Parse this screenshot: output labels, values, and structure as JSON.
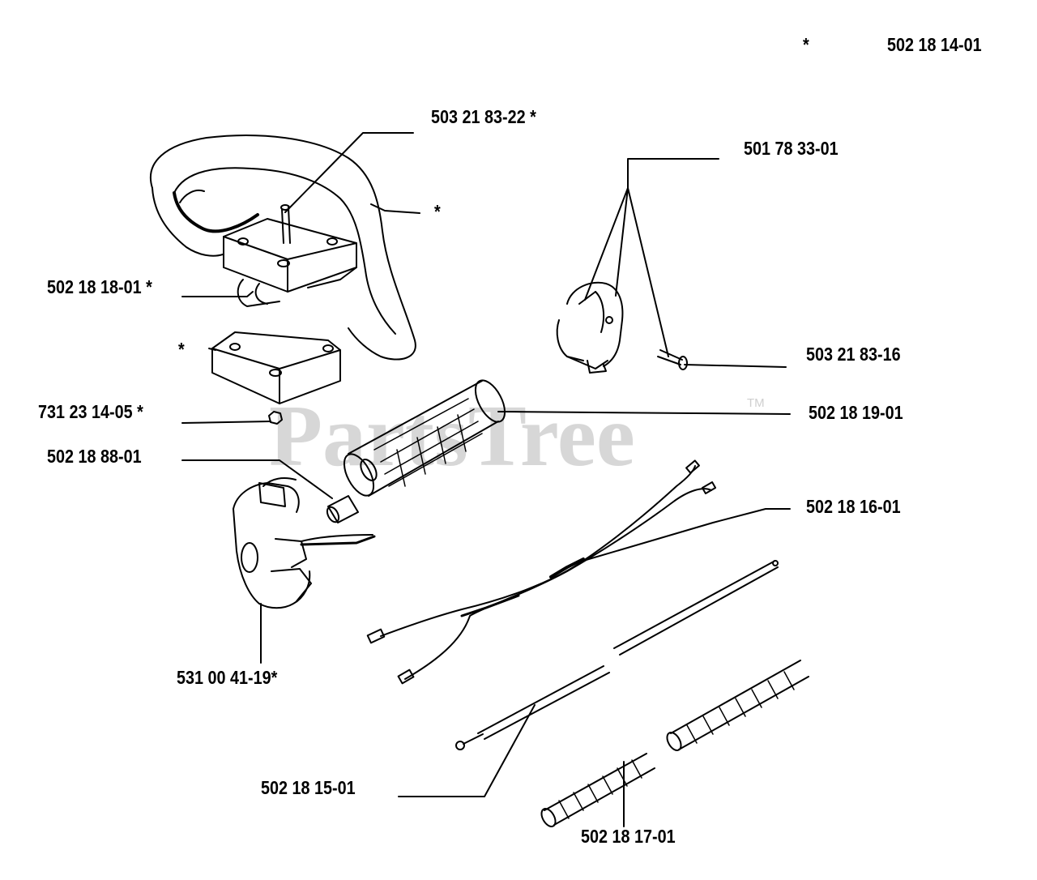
{
  "diagram": {
    "watermark": {
      "text": "PartsTree",
      "mark": "TM"
    },
    "header": {
      "asterisk": "*",
      "assembly_number": "502 18 14-01"
    },
    "callouts": [
      {
        "id": "hardware-kit",
        "text": "503 21 83-22 *"
      },
      {
        "id": "front-handle",
        "text": "*"
      },
      {
        "id": "cable-clamp-kit",
        "text": "501 78 33-01"
      },
      {
        "id": "handle-clamp-upper",
        "text": "502 18 18-01  *"
      },
      {
        "id": "clamp-screw",
        "text": "503 21 83-16"
      },
      {
        "id": "handle-clamp-lower",
        "text": "*"
      },
      {
        "id": "lock-nut",
        "text": "731 23 14-05  *"
      },
      {
        "id": "grip-tube",
        "text": "502 18 19-01"
      },
      {
        "id": "spacer",
        "text": "502 18 88-01"
      },
      {
        "id": "wire-harness",
        "text": "502 18 16-01"
      },
      {
        "id": "throttle-housing",
        "text": "531 00 41-19*"
      },
      {
        "id": "throttle-cable",
        "text": "502 18 15-01"
      },
      {
        "id": "protective-hose",
        "text": "502 18 17-01"
      }
    ]
  }
}
